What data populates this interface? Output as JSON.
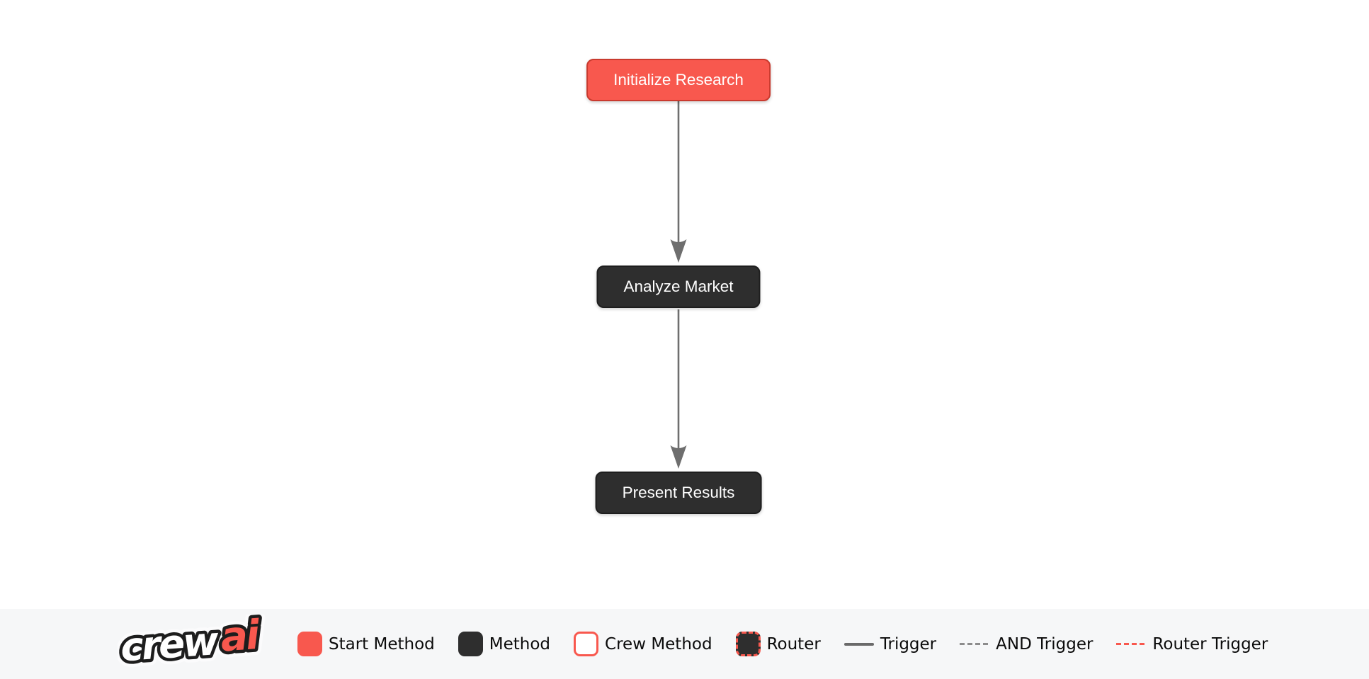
{
  "flow": {
    "nodes": [
      {
        "id": "initialize_research",
        "label": "Initialize Research",
        "type": "start_method"
      },
      {
        "id": "analyze_market",
        "label": "Analyze Market",
        "type": "method"
      },
      {
        "id": "present_results",
        "label": "Present Results",
        "type": "method"
      }
    ],
    "edges": [
      {
        "from": "initialize_research",
        "to": "analyze_market",
        "type": "trigger"
      },
      {
        "from": "analyze_market",
        "to": "present_results",
        "type": "trigger"
      }
    ]
  },
  "legend": {
    "brand": {
      "crew": "crew",
      "ai": "ai"
    },
    "items": [
      {
        "label": "Start Method",
        "swatch": "start-method-square"
      },
      {
        "label": "Method",
        "swatch": "method-square"
      },
      {
        "label": "Crew Method",
        "swatch": "crew-method-square"
      },
      {
        "label": "Router",
        "swatch": "router-square"
      },
      {
        "label": "Trigger",
        "swatch": "solid-gray-line"
      },
      {
        "label": "AND Trigger",
        "swatch": "dashed-gray-line"
      },
      {
        "label": "Router Trigger",
        "swatch": "dashed-red-line"
      }
    ]
  },
  "colors": {
    "start_method_fill": "#F8584E",
    "start_method_border": "#C93A2E",
    "method_fill": "#2E2E2E",
    "accent_red": "#F8584E",
    "trigger_line": "#6A6A6A",
    "and_trigger_line": "#8C8C8C",
    "edge_gray": "#6E6E6E",
    "node_text": "#FFFFFF",
    "legend_text": "#0B0B0B",
    "canvas_bg": "#FFFFFF",
    "footer_bg": "#F6F7F8"
  }
}
